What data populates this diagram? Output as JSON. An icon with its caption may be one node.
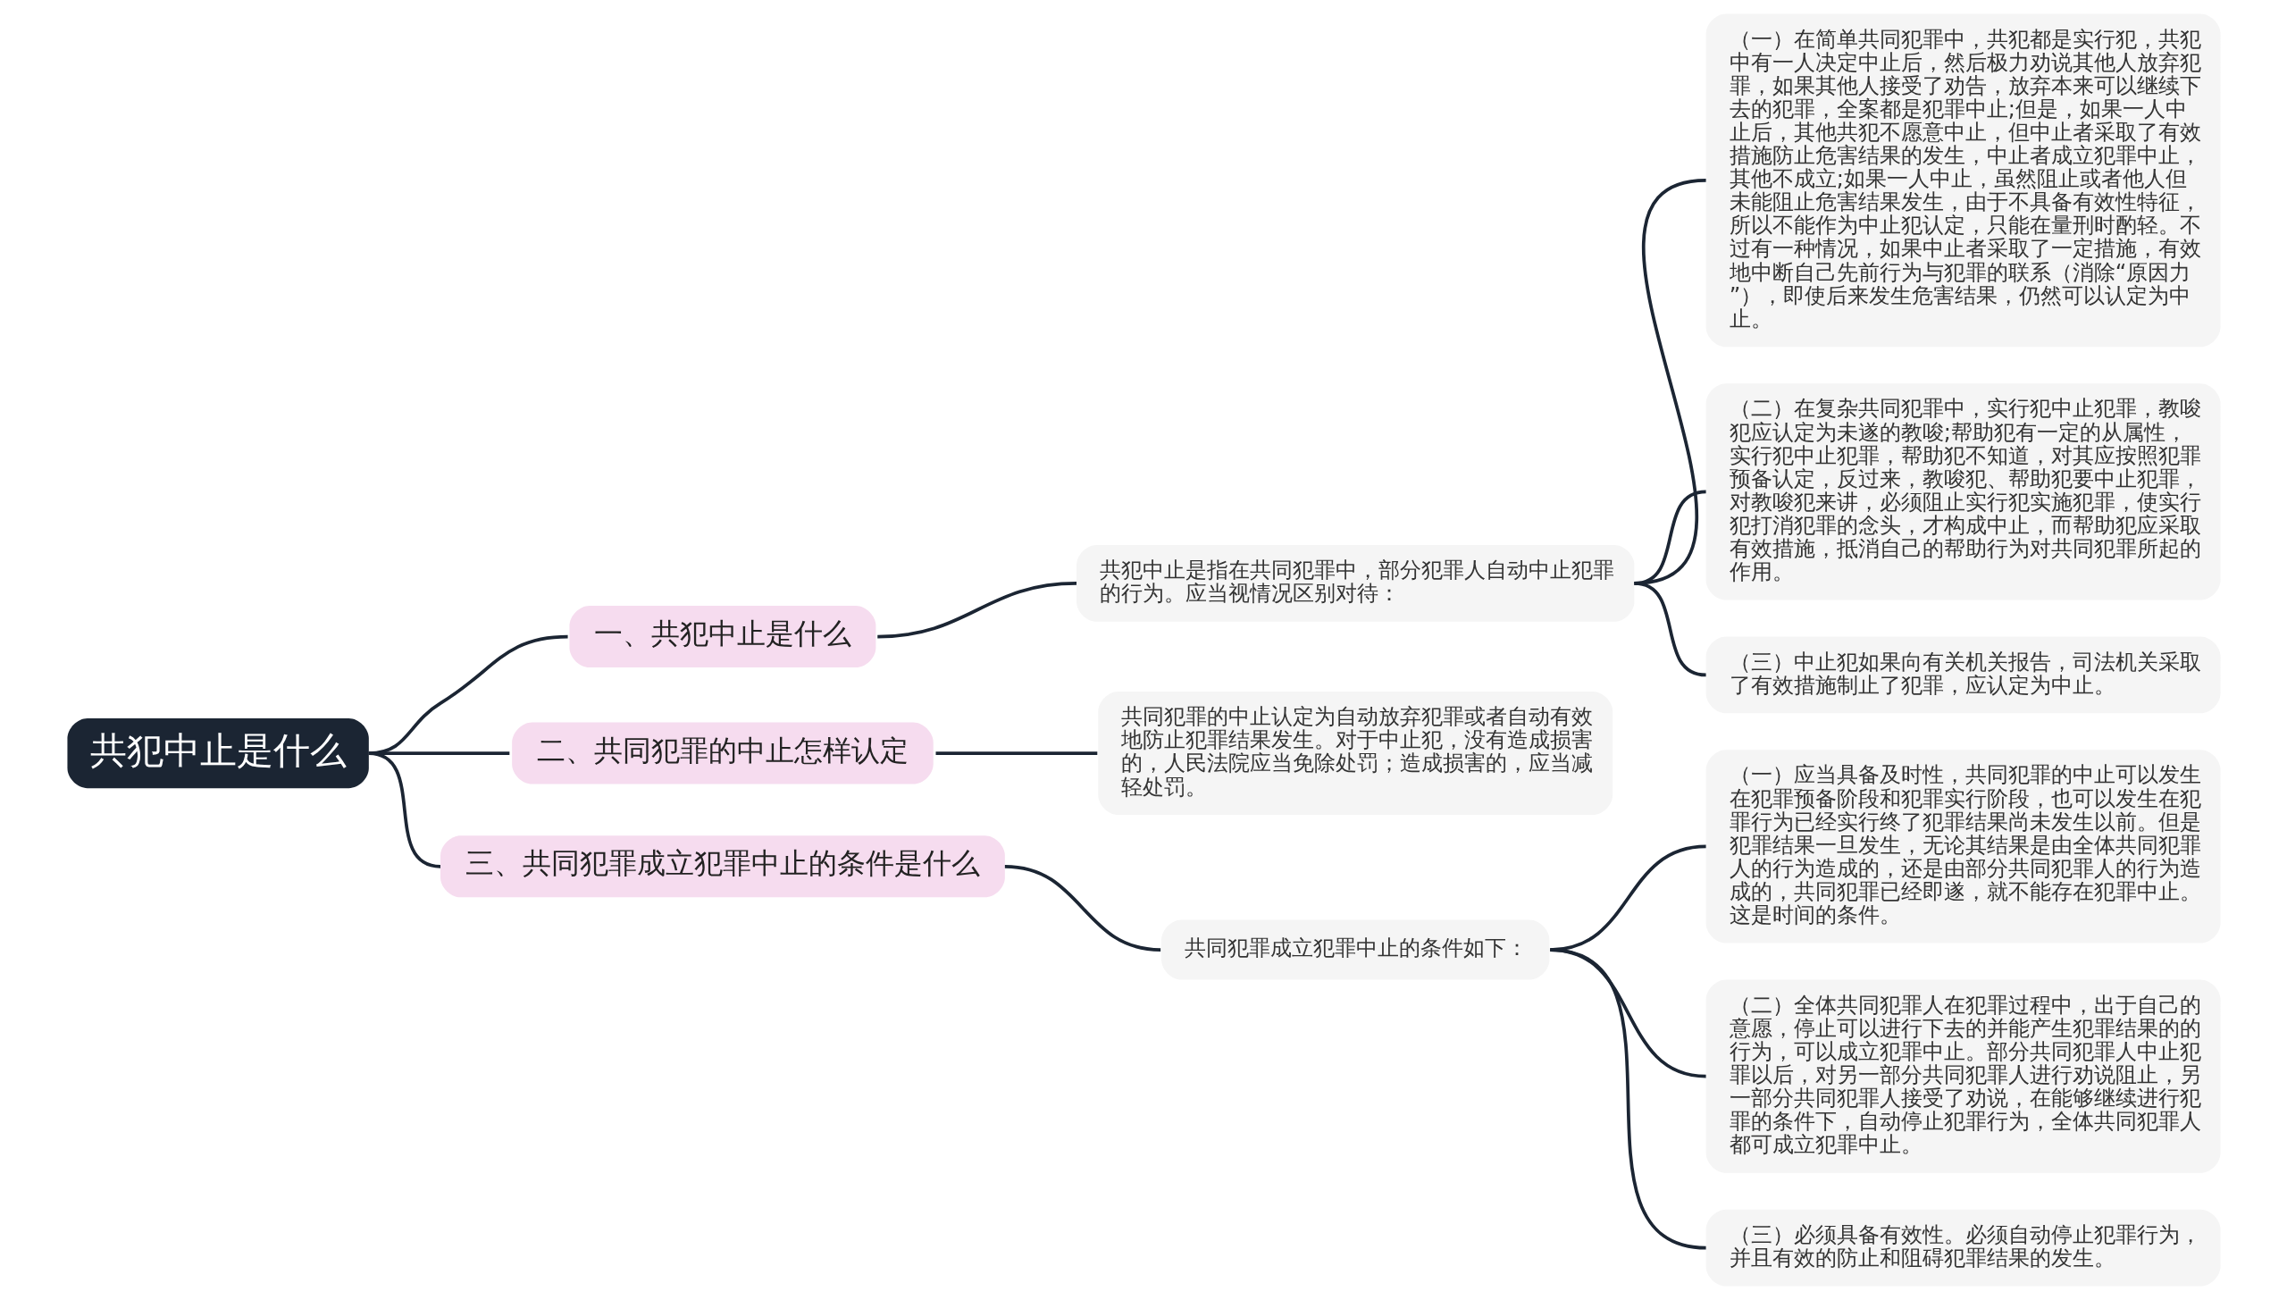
{
  "diagram": {
    "nodes": [
      {
        "text": [
          "共犯中止是什么"
        ]
      },
      {
        "text": [
          "一、共犯中止是什么"
        ]
      },
      {
        "text": [
          "共犯中止是指在共同犯罪中，部分犯罪人自动中止犯罪的行为。应当视情况区别对待："
        ]
      },
      {
        "text": [
          "（一）在简单共同犯罪中，共犯都是实行犯，共犯中有一人决定中止后，然后极力劝说其他人放弃犯罪，如果其他人接受了劝告，放弃本来可以继续下去的犯罪，全案都是犯罪中止;但是，如果一人中止后，其他共犯不愿意中止，但中止者采取了有效措施防止危害结果的发生，中止者成立犯罪中止，其他不成立;如果一人中止，虽然阻止或者他人但未能阻止危害结果发生，由于不具备有效性特征，所以不能作为中止犯认定，只能在量刑时酌轻。不过有一种情况，如果中止者采取了一定措施，有效地中断自己先前行为与犯罪的联系（消除“原因力”），即使后来发生危害结果，仍然可以认定为中止。"
        ]
      },
      {
        "text": [
          "（二）在复杂共同犯罪中，实行犯中止犯罪，教唆犯应认定为未遂的教唆;帮助犯有一定的从属性，实行犯中止犯罪，帮助犯不知道，对其应按照犯罪预备认定，反过来，教唆犯、帮助犯要中止犯罪，对教唆犯来讲，必须阻止实行犯实施犯罪，使实行犯打消犯罪的念头，才构成中止，而帮助犯应采取有效措施，抵消自己的帮助行为对共同犯罪所起的作用。"
        ]
      },
      {
        "text": [
          "（三）中止犯如果向有关机关报告，司法机关采取了有效措施制止了犯罪，应认定为中止。"
        ]
      },
      {
        "text": [
          "二、共同犯罪的中止怎样认定"
        ]
      },
      {
        "text": [
          "共同犯罪的中止认定为自动放弃犯罪或者自动有效地防止犯罪结果发生。对于中止犯，没有造成损害的，人民法院应当免除处罚；造成损害的，应当减轻处罚。"
        ]
      },
      {
        "text": [
          "三、共同犯罪成立犯罪中止的条件是什么"
        ]
      },
      {
        "text": [
          "共同犯罪成立犯罪中止的条件如下："
        ]
      },
      {
        "text": [
          "（一）应当具备及时性，共同犯罪的中止可以发生在犯罪预备阶段和犯罪实行阶段，也可以发生在犯罪行为已经实行终了犯罪结果尚未发生以前。但是犯罪结果一旦发生，无论其结果是由全体共同犯罪人的行为造成的，还是由部分共同犯罪人的行为造成的，共同犯罪已经即遂，就不能存在犯罪中止。这是时间的条件。"
        ]
      },
      {
        "text": [
          "（二）全体共同犯罪人在犯罪过程中，出于自己的意愿，停止可以进行下去的并能产生犯罪结果的的行为，可以成立犯罪中止。部分共同犯罪人中止犯罪以后，对另一部分共同犯罪人进行劝说阻止，另一部分共同犯罪人接受了劝说，在能够继续进行犯罪的条件下，自动停止犯罪行为，全体共同犯罪人都可成立犯罪中止。"
        ]
      },
      {
        "text": [
          "（三）必须具备有效性。必须自动停止犯罪行为，并且有效的防止和阻碍犯罪结果的发生。"
        ]
      }
    ],
    "edges": [
      {
        "from": 0,
        "to": 1,
        "arrow": "none"
      },
      {
        "from": 1,
        "to": 2,
        "arrow": "none"
      },
      {
        "from": 2,
        "to": 3,
        "arrow": "none"
      },
      {
        "from": 2,
        "to": 4,
        "arrow": "none"
      },
      {
        "from": 2,
        "to": 5,
        "arrow": "none"
      },
      {
        "from": 0,
        "to": 6,
        "arrow": "none"
      },
      {
        "from": 6,
        "to": 7,
        "arrow": "none"
      },
      {
        "from": 0,
        "to": 8,
        "arrow": "none"
      },
      {
        "from": 8,
        "to": 9,
        "arrow": "none"
      },
      {
        "from": 9,
        "to": 10,
        "arrow": "none"
      },
      {
        "from": 9,
        "to": 11,
        "arrow": "none"
      },
      {
        "from": 9,
        "to": 12,
        "arrow": "none"
      }
    ]
  }
}
